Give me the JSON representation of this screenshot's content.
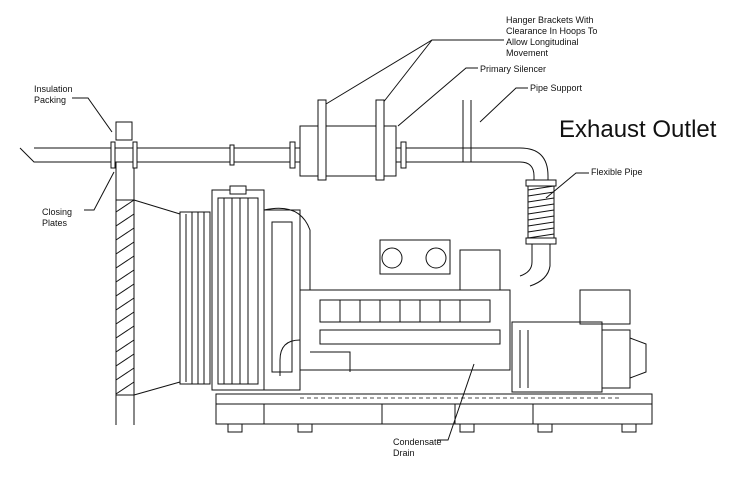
{
  "title": "Exhaust Outlet",
  "labels": {
    "hanger_brackets": [
      "Hanger Brackets With",
      "Clearance In Hoops To",
      "Allow Longitudinal",
      "Movement"
    ],
    "primary_silencer": "Primary Silencer",
    "pipe_support": "Pipe Support",
    "insulation_packing": [
      "Insulation",
      "Packing"
    ],
    "flexible_pipe": "Flexible Pipe",
    "closing_plates": [
      "Closing",
      "Plates"
    ],
    "condensate_drain": [
      "Condensate",
      "Drain"
    ]
  }
}
